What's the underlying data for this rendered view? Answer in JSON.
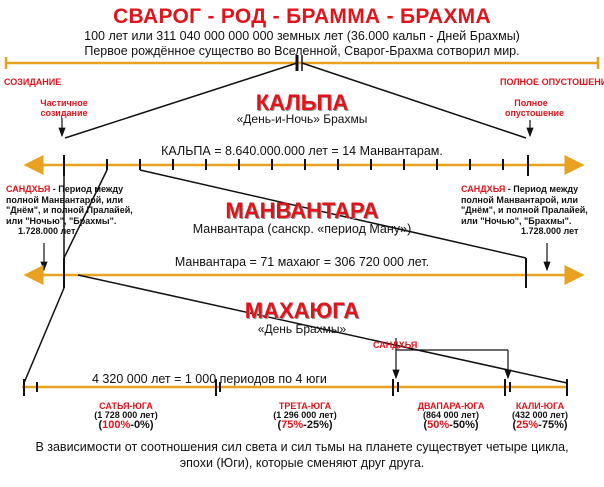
{
  "header": {
    "title": "СВАРОГ - РОД - БРАММА - БРАХМА",
    "line1": "100 лет или 311 040 000 000 000 земных лет (36.000 кальп - Дней Брахмы)",
    "line2": "Первое рождённое существо во Вселенной, Сварог-Брахма сотворил мир."
  },
  "top_labels": {
    "creation": "СОЗИДАНИЕ",
    "devastation": "ПОЛНОЕ ОПУСТОШЕНИЕ",
    "partial_creation": [
      "Частичное",
      "созидание"
    ],
    "full_devastation": [
      "Полное",
      "опустошение"
    ]
  },
  "kalpa": {
    "title": "КАЛЬПА",
    "subtitle": "«День-и-Ночь» Брахмы",
    "equation": "КАЛЬПА = 8.640.000.000 лет = 14 Манвантарам."
  },
  "sandhya_note": {
    "label": "САНДХЬЯ",
    "text_line1": " - Период между",
    "text_line2": "полной Манвантарой, или",
    "text_line3": "\"Днём\", и полной Пралайей,",
    "text_line4": "или \"Ночью\", \"Брахмы\".",
    "text_line5": "1.728.000 лет"
  },
  "manvantara": {
    "title": "МАНВАНТАРА",
    "subtitle": "Манвантара (санскр. «период Ману»)",
    "equation": "Манвантара = 71 махаюг  = 306 720 000 лет."
  },
  "mahayuga": {
    "title": "МАХАЮГА",
    "subtitle": "«День Брахмы»",
    "sandhya": "САНДХЬЯ",
    "equation": "4 320 000 лет = 1 000 периодов по 4 юги"
  },
  "yugas": [
    {
      "name": "САТЬЯ-ЮГА",
      "years": "(1 728 000 лет)",
      "pct_a": "100%",
      "pct_b": "-0%)"
    },
    {
      "name": "ТРЕТА-ЮГА",
      "years": "(1 296 000 лет)",
      "pct_a": "75%",
      "pct_b": "-25%)"
    },
    {
      "name": "ДВАПАРА-ЮГА",
      "years": "(864 000 лет)",
      "pct_a": "50%",
      "pct_b": "-50%)"
    },
    {
      "name": "КАЛИ-ЮГА",
      "years": "(432 000 лет)",
      "pct_a": "25%",
      "pct_b": "-75%)"
    }
  ],
  "footer": {
    "line1": "В зависимости от соотношения сил света и сил тьмы на планете существует четыре цикла,",
    "line2": "эпохи (Юги), которые сменяют друг друга."
  },
  "colors": {
    "accent": "#e0141b",
    "axis": "#e8a21f",
    "line": "#111111"
  }
}
